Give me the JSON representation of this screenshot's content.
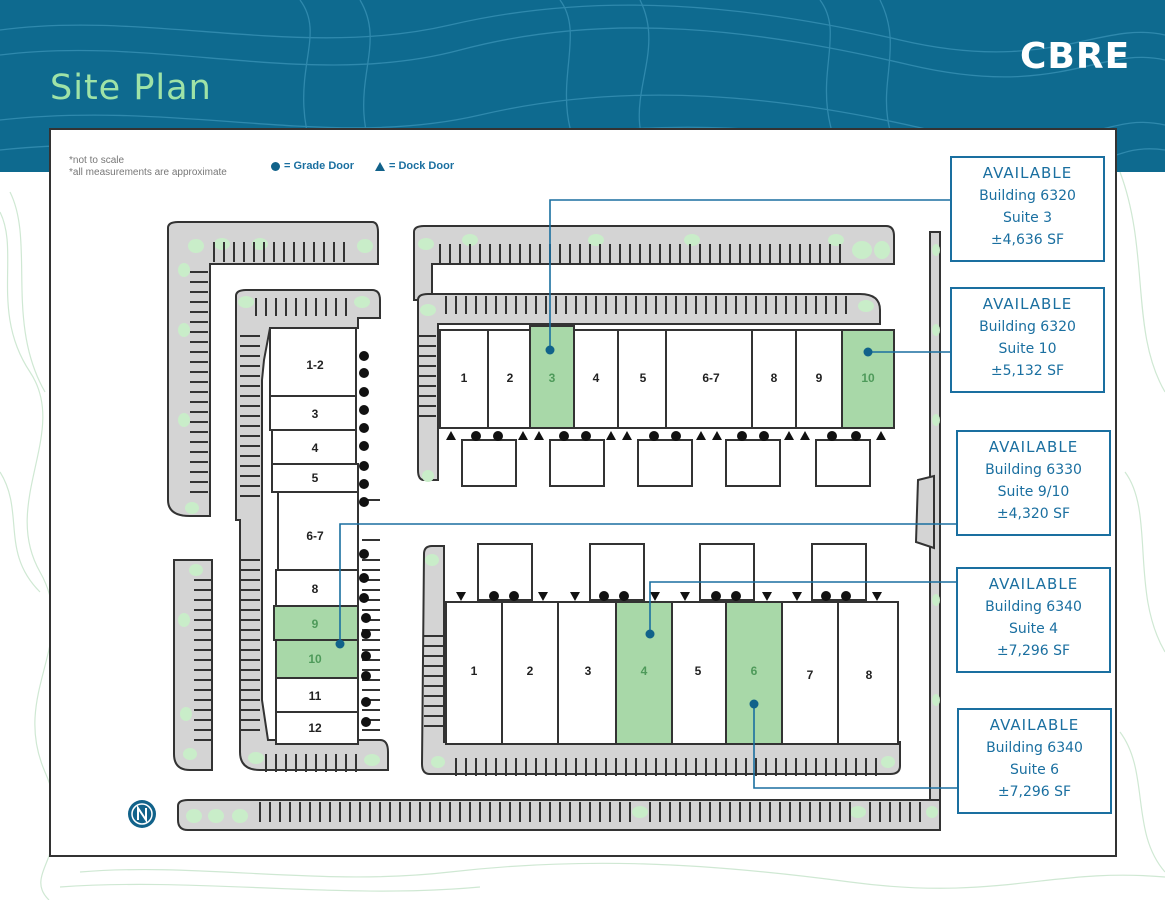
{
  "header": {
    "title": "Site Plan",
    "logo": "CBRE"
  },
  "notes": [
    "*not to scale",
    "*all measurements are approximate"
  ],
  "legend": {
    "grade_door": "= Grade Door",
    "dock_door": "= Dock Door"
  },
  "colors": {
    "banner": "#0e6a8f",
    "accent": "#1a6fa0",
    "available_fill": "#a8d8a8",
    "pavement": "#d4d4d4",
    "title_green": "#9fe3a7"
  },
  "callouts": [
    {
      "status": "AVAILABLE",
      "building": "Building 6320",
      "suite": "Suite 3",
      "area": "±4,636 SF"
    },
    {
      "status": "AVAILABLE",
      "building": "Building 6320",
      "suite": "Suite 10",
      "area": "±5,132 SF"
    },
    {
      "status": "AVAILABLE",
      "building": "Building 6330",
      "suite": "Suite 9/10",
      "area": "±4,320 SF"
    },
    {
      "status": "AVAILABLE",
      "building": "Building 6340",
      "suite": "Suite 4",
      "area": "±7,296 SF"
    },
    {
      "status": "AVAILABLE",
      "building": "Building 6340",
      "suite": "Suite 6",
      "area": "±7,296 SF"
    }
  ],
  "buildings": {
    "building_6330": {
      "suites": [
        {
          "label": "1-2",
          "available": false
        },
        {
          "label": "3",
          "available": false
        },
        {
          "label": "4",
          "available": false
        },
        {
          "label": "5",
          "available": false
        },
        {
          "label": "6-7",
          "available": false
        },
        {
          "label": "8",
          "available": false
        },
        {
          "label": "9",
          "available": true
        },
        {
          "label": "10",
          "available": true
        },
        {
          "label": "11",
          "available": false
        },
        {
          "label": "12",
          "available": false
        }
      ]
    },
    "building_6320": {
      "suites": [
        {
          "label": "1",
          "available": false
        },
        {
          "label": "2",
          "available": false
        },
        {
          "label": "3",
          "available": true
        },
        {
          "label": "4",
          "available": false
        },
        {
          "label": "5",
          "available": false
        },
        {
          "label": "6-7",
          "available": false
        },
        {
          "label": "8",
          "available": false
        },
        {
          "label": "9",
          "available": false
        },
        {
          "label": "10",
          "available": true
        }
      ]
    },
    "building_6340": {
      "suites": [
        {
          "label": "1",
          "available": false
        },
        {
          "label": "2",
          "available": false
        },
        {
          "label": "3",
          "available": false
        },
        {
          "label": "4",
          "available": true
        },
        {
          "label": "5",
          "available": false
        },
        {
          "label": "6",
          "available": true
        },
        {
          "label": "7",
          "available": false
        },
        {
          "label": "8",
          "available": false
        }
      ]
    }
  },
  "north_icon": "north-arrow-icon"
}
